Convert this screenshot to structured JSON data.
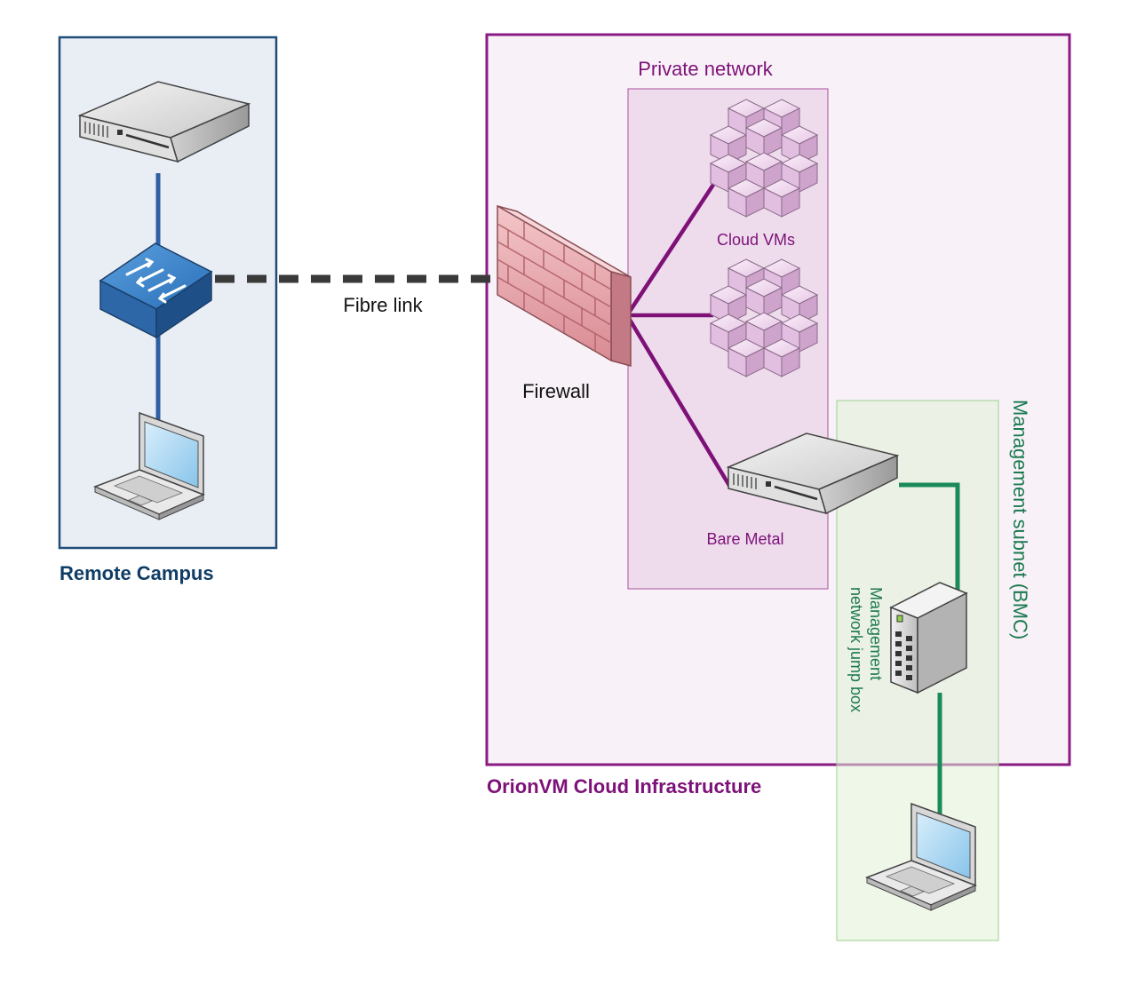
{
  "labels": {
    "remote_campus": "Remote Campus",
    "orionvm": "OrionVM Cloud Infrastructure",
    "private_network": "Private network",
    "cloud_vms": "Cloud VMs",
    "bare_metal": "Bare Metal",
    "fibre_link": "Fibre link",
    "firewall": "Firewall",
    "mgmt_subnet": "Management subnet (BMC)",
    "jump_box_line1": "Management",
    "jump_box_line2": "network jump box"
  },
  "colors": {
    "campus_border": "#1f4e79",
    "campus_fill": "#e9eef5",
    "campus_text": "#0f3d66",
    "campus_link": "#2e5fa3",
    "orion_border": "#8a1a84",
    "orion_fill": "#f8f2f8",
    "orion_text": "#7d1178",
    "private_fill": "#eedcec",
    "private_border": "#a8509e",
    "mgmt_fill": "#eef5e8",
    "mgmt_border": "#9ccf8e",
    "mgmt_text": "#1b7a4f",
    "mgmt_link": "#1a8a5a",
    "fibre": "#3a3a3a"
  },
  "icons": [
    "rack-server-icon",
    "network-switch-icon",
    "laptop-icon",
    "firewall-icon",
    "vm-cluster-icon",
    "tower-server-icon"
  ]
}
